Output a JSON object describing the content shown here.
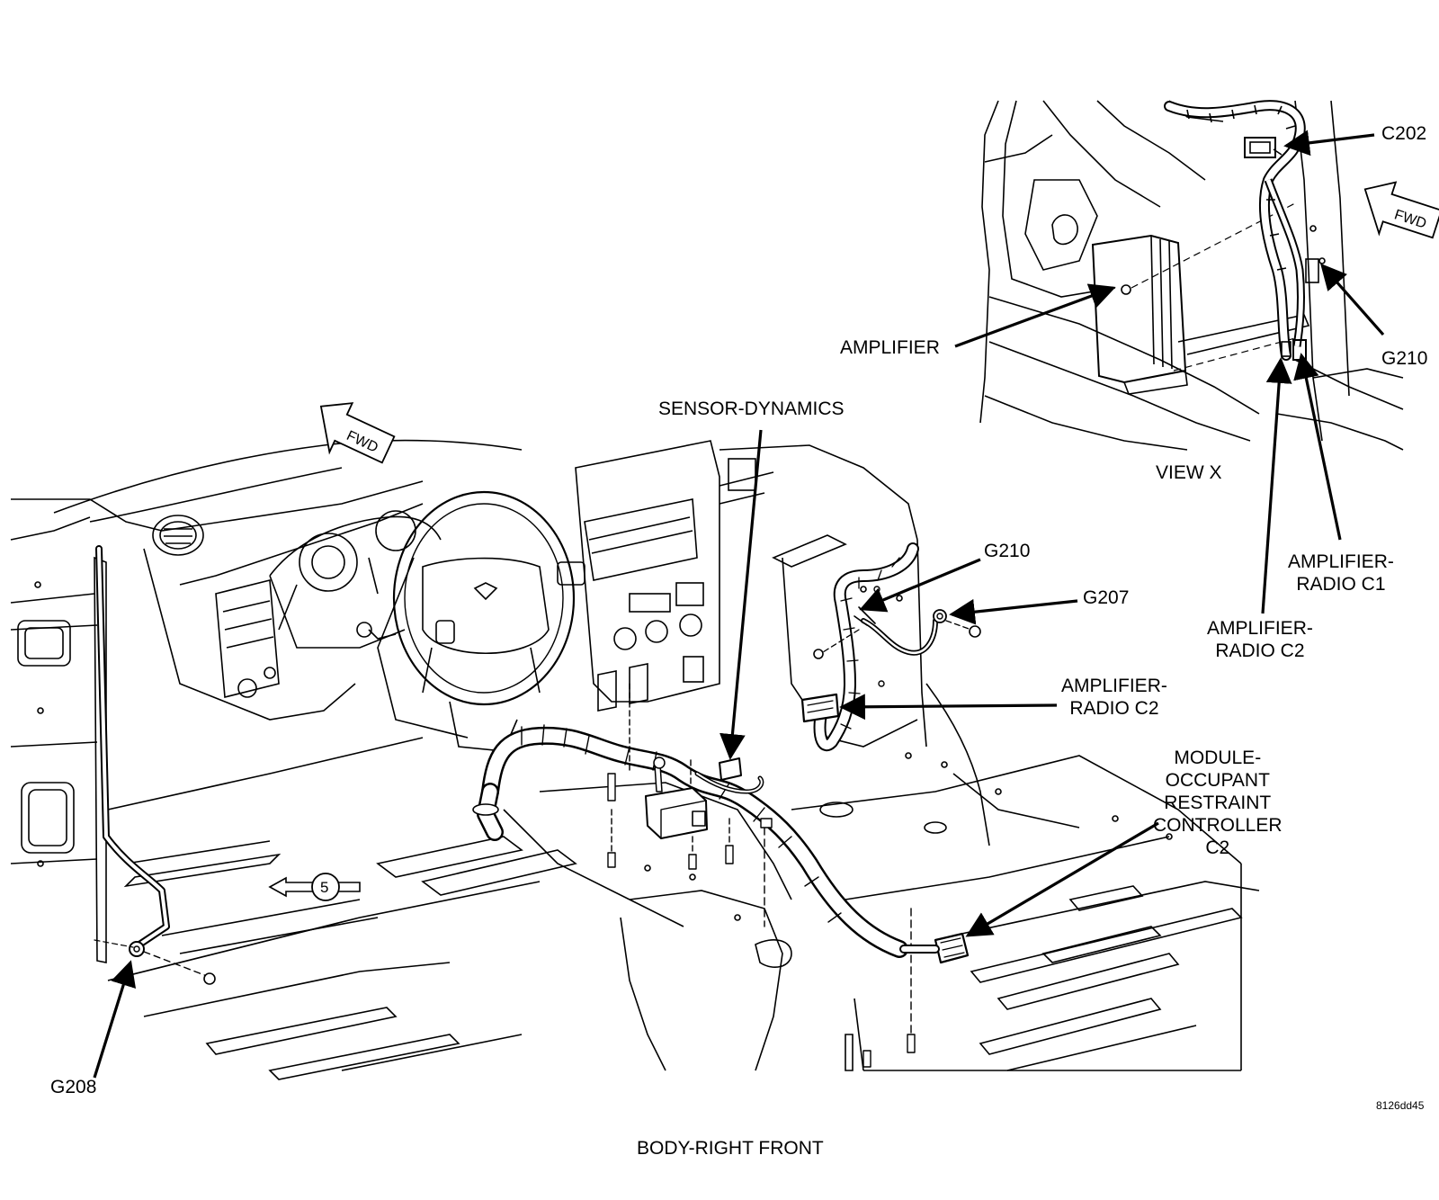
{
  "labels": {
    "c202": "C202",
    "amplifier": "AMPLIFIER",
    "g210_view": "G210",
    "view_x": "VIEW X",
    "amp_radio_c1": [
      "AMPLIFIER-",
      "RADIO C1"
    ],
    "amp_radio_c2_view": [
      "AMPLIFIER-",
      "RADIO C2"
    ],
    "sensor_dynamics": "SENSOR-DYNAMICS",
    "g210_main": "G210",
    "g207": "G207",
    "amp_radio_c2_main": [
      "AMPLIFIER-",
      "RADIO C2"
    ],
    "occupant_module": [
      "MODULE-",
      "OCCUPANT",
      "RESTRAINT",
      "CONTROLLER",
      "C2"
    ],
    "g208": "G208",
    "fwd": "FWD",
    "seat_ref": "5",
    "figure_code": "8126dd45",
    "caption": "BODY-RIGHT FRONT"
  }
}
